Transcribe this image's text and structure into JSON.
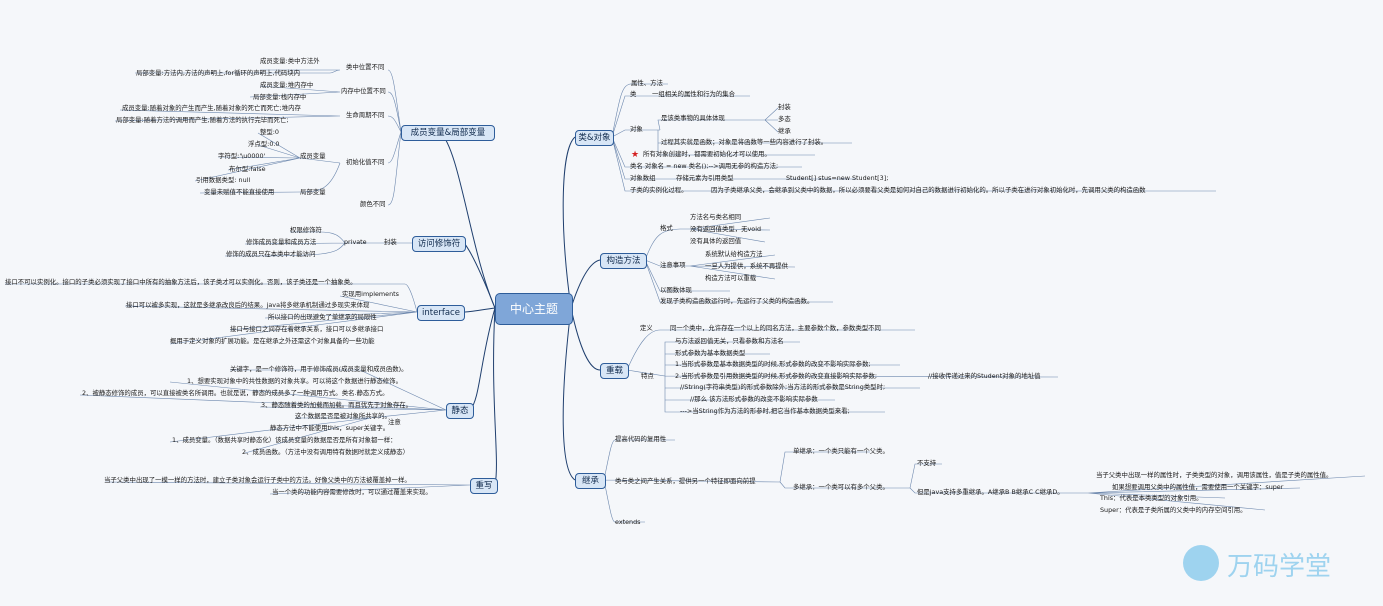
{
  "root": "中心主题",
  "left": {
    "member_vars": {
      "title": "成员变量&局部变量",
      "groups": [
        {
          "label": "类中位置不同",
          "items": [
            "成员变量:类中方法外",
            "局部变量:方法内,方法的声明上,for循环的声明上,代码块内"
          ]
        },
        {
          "label": "内存中位置不同",
          "items": [
            "成员变量:堆内存中",
            "局部变量:栈内存中"
          ]
        },
        {
          "label": "生命周期不同",
          "items": [
            "成员变量:随着对象的产生而产生,随着对象的死亡而死亡;堆内存",
            "局部变量:随着方法的调用而产生,随着方法的执行完毕而死亡;"
          ]
        },
        {
          "label": "初始化值不同",
          "sub": "成员变量",
          "items": [
            "整型:0",
            "浮点型:0.0",
            "字符型:'\\u0000'",
            "布尔型:false",
            "引用数据类型: null"
          ],
          "local_label": "局部变量",
          "local_item": "变量未赋值不能直接使用"
        },
        {
          "label": "颜色不同",
          "items": []
        }
      ]
    },
    "access": {
      "title": "访问修饰符",
      "sub": "封装",
      "private": "private",
      "items": [
        "权限修饰符",
        "修饰成员变量和成员方法",
        "修饰的成员只在本类中才能访问"
      ]
    },
    "interface": {
      "title": "interface",
      "items": [
        "接口不可以实例化。接口的子类必须实现了接口中所有的抽象方法后，该子类才可以实例化。否则，该子类还是一个抽象类。",
        "实现用implements",
        "接口可以被多实现，这就是多继承改良后的结果。java将多继承机制通过多现实来体现",
        "所以接口的出现避免了单继承的局限性",
        "接口与接口之间存在着继承关系，接口可以多继承接口",
        "概用于定义对象的扩展功能。是在继承之外还需这个对象具备的一些功能"
      ]
    },
    "static": {
      "title": "静态",
      "items": [
        "关键字，是一个修饰符，用于修饰成员(成员变量和成员函数)。",
        "1、想要实现对象中的共性数据的对象共享。可以将这个数据进行静态修饰。",
        "2、被静态修饰的成员，可以直接被类名所调用。也就是说，静态的成员多了一种调用方式。类名.静态方式。",
        "3、静态随着类的加载而加载。而且优先于对象存在。",
        "这个数据是否是被对象所共享的。",
        "静态方法中不能使用this，super关键字。",
        "1、成员变量。（数据共享时静态化）该成员变量的数据是否是所有对象都一样：",
        "2、成员函数。（方法中没有调用特有数据时就定义成静态）"
      ],
      "note": "注意"
    },
    "override": {
      "title": "重写",
      "items": [
        "当子父类中出现了一模一样的方法时，建立子类对象会运行子类中的方法。好像父类中的方法被覆盖掉一样。",
        "当一个类的功能内容需要修改时，可以通过覆盖来实现。"
      ]
    }
  },
  "right": {
    "class_obj": {
      "title": "类&对象",
      "items": [
        "属性、方法",
        "一组相关的属性和行为的集合",
        "是该类事物的具体体现",
        "封装",
        "多态",
        "继承",
        "过程其实就是函数；对象是将函数等一些内容进行了封装。",
        "所有对象创建时，都需要初始化才可以使用。",
        "类名 对象名 = new 类名();-->调用无参的构造方法;",
        "存储元素为引用类型",
        "Student[] stus=new Student[3];",
        "因为子类继承父类，会继承到父类中的数据，所以必须要看父类是如何对自己的数据进行初始化的。所以子类在进行对象初始化时，先调用父类的构造函数"
      ],
      "labels": {
        "class": "类",
        "object": "对象",
        "obj_array": "对象数组",
        "sub_init": "子类的实例化过程。"
      }
    },
    "constructor": {
      "title": "构造方法",
      "format": "格式",
      "format_items": [
        "方法名与类名相同",
        "没有返回值类型，无void",
        "没有具体的返回值"
      ],
      "notes": "注意事项",
      "note_items": [
        "系统默认给构造方法",
        "一旦人为提供，系统不再提供",
        "构造方法可以重载"
      ],
      "extra": [
        "以图数体现",
        "发现子类构造函数运行时，先运行了父类的构造函数。"
      ]
    },
    "overload": {
      "title": "重载",
      "define_label": "定义",
      "define": "同一个类中，允许存在一个以上的同名方法，主要参数个数，参数类型不同",
      "feature_label": "特点",
      "items": [
        "与方法返回值无关，只看参数和方法名",
        "形式参数为基本数据类型",
        "1.当形式参数是基本数据类型的时候,形式参数的改变不影响实际参数;",
        "2.当形式参数是引用数据类型的时候,形式参数的改变直接影响实际参数;",
        "//接收传递过来的Student对象的地址值",
        "//String(字符串类型)的形式参数除外;当方法的形式参数是String类型时;",
        "//那么 该方法形式参数的改变不影响实际参数",
        "--->当String作为方法的形参时,把它当作基本数据类型来看;"
      ]
    },
    "inherit": {
      "title": "继承",
      "items": [
        "提高代码的复用性",
        "类与类之间产生关系，提供另一个特征即面向前提",
        "单继承：一个类只能有一个父类。",
        "多继承：一个类可以有多个父类。",
        "不支持",
        "但是java支持多重继承。A继承B B继承C C继承D。",
        "当子父类中出现一样的属性时，子类类型的对象，调用该属性，值是子类的属性值。",
        "如果想要调用父类中的属性值，需要使用一个关键字：super",
        "This：代表是本类类型的对象引用。",
        "Super：代表是子类所属的父类中的内存空间引用。",
        "extends"
      ]
    }
  },
  "logo_text": "万码学堂",
  "colors": {
    "line": "#1f3f6e",
    "box_fill": "#d8e6f6",
    "root_fill": "#7fa6d8",
    "underline": "#3a67a8"
  }
}
